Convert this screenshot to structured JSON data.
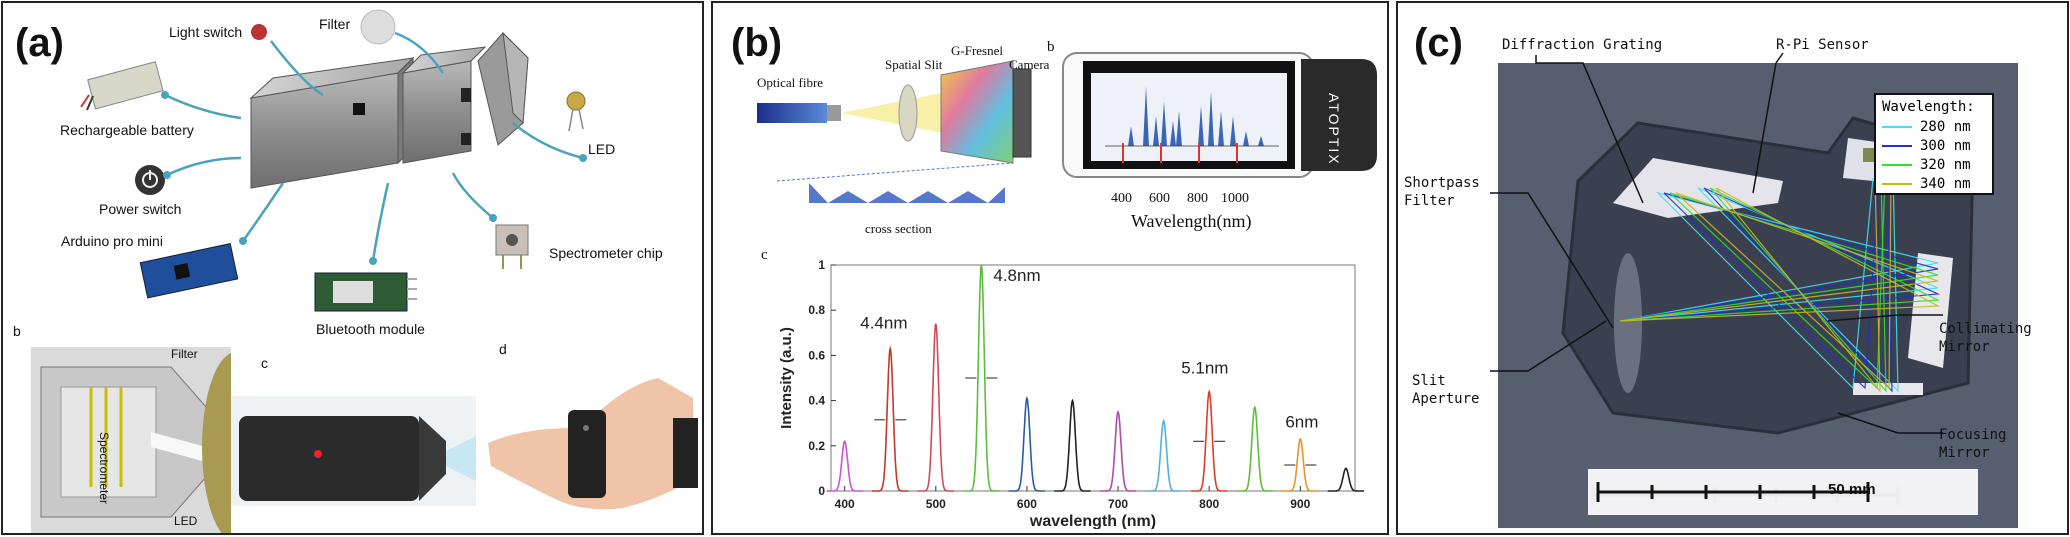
{
  "panel_a": {
    "label": "(a)",
    "components": {
      "light_switch": "Light switch",
      "filter": "Filter",
      "battery": "Rechargeable battery",
      "power_switch": "Power switch",
      "led": "LED",
      "arduino": "Arduino pro mini",
      "bluetooth": "Bluetooth module",
      "spectrometer_chip": "Spectrometer chip"
    },
    "sub_b": {
      "label": "b",
      "filter": "Filter",
      "spectrometer": "Spectrometer",
      "led": "LED"
    },
    "sub_c": {
      "label": "c"
    },
    "sub_d": {
      "label": "d"
    }
  },
  "panel_b": {
    "label": "(b)",
    "sub_b_label": "b",
    "sub_c_label": "c",
    "optics": {
      "optical_fibre": "Optical fibre",
      "spatial_slit": "Spatial Slit",
      "g_fresnel": "G-Fresnel",
      "camera": "Camera",
      "cross_section": "cross section"
    },
    "phone": {
      "brand": "ATOPTIX",
      "ticks": [
        "400",
        "600",
        "800",
        "1000"
      ],
      "xlabel": "Wavelength(nm)"
    }
  },
  "chart_data": {
    "type": "line",
    "title": "",
    "xlabel": "wavelength (nm)",
    "ylabel": "Intensity (a.u.)",
    "xlim": [
      385,
      960
    ],
    "ylim": [
      0,
      1
    ],
    "xticks": [
      400,
      500,
      600,
      700,
      800,
      900
    ],
    "yticks": [
      0,
      0.2,
      0.4,
      0.6,
      0.8,
      1
    ],
    "peaks": [
      {
        "center": 400,
        "height": 0.22,
        "color": "#cc55cc"
      },
      {
        "center": 450,
        "height": 0.63,
        "color": "#c0392b"
      },
      {
        "center": 500,
        "height": 0.74,
        "color": "#d24a5a"
      },
      {
        "center": 550,
        "height": 1.0,
        "color": "#5cbf3a"
      },
      {
        "center": 600,
        "height": 0.41,
        "color": "#2a5aa8"
      },
      {
        "center": 650,
        "height": 0.4,
        "color": "#222222"
      },
      {
        "center": 700,
        "height": 0.35,
        "color": "#b04ab0"
      },
      {
        "center": 750,
        "height": 0.31,
        "color": "#55aee0"
      },
      {
        "center": 800,
        "height": 0.44,
        "color": "#d8402a"
      },
      {
        "center": 850,
        "height": 0.37,
        "color": "#5cbf3a"
      },
      {
        "center": 900,
        "height": 0.23,
        "color": "#e8942a"
      },
      {
        "center": 950,
        "height": 0.1,
        "color": "#222222"
      }
    ],
    "annotations": [
      "4.4nm",
      "4.8nm",
      "5.1nm",
      "6nm"
    ]
  },
  "panel_c": {
    "label": "(c)",
    "diffraction_grating": "Diffraction Grating",
    "rpi_sensor": "R-Pi Sensor",
    "shortpass_filter": [
      "Shortpass",
      "Filter"
    ],
    "collimating_mirror": [
      "Collimating",
      "Mirror"
    ],
    "slit_aperture": [
      "Slit",
      "Aperture"
    ],
    "focusing_mirror": [
      "Focusing",
      "Mirror"
    ],
    "scale": "50 mm",
    "legend": {
      "title": "Wavelength:",
      "items": [
        {
          "label": "280 nm",
          "color": "#3fe0f0"
        },
        {
          "label": "300 nm",
          "color": "#1f2fd0"
        },
        {
          "label": "320 nm",
          "color": "#33dd33"
        },
        {
          "label": "340 nm",
          "color": "#c8b820"
        }
      ]
    }
  }
}
